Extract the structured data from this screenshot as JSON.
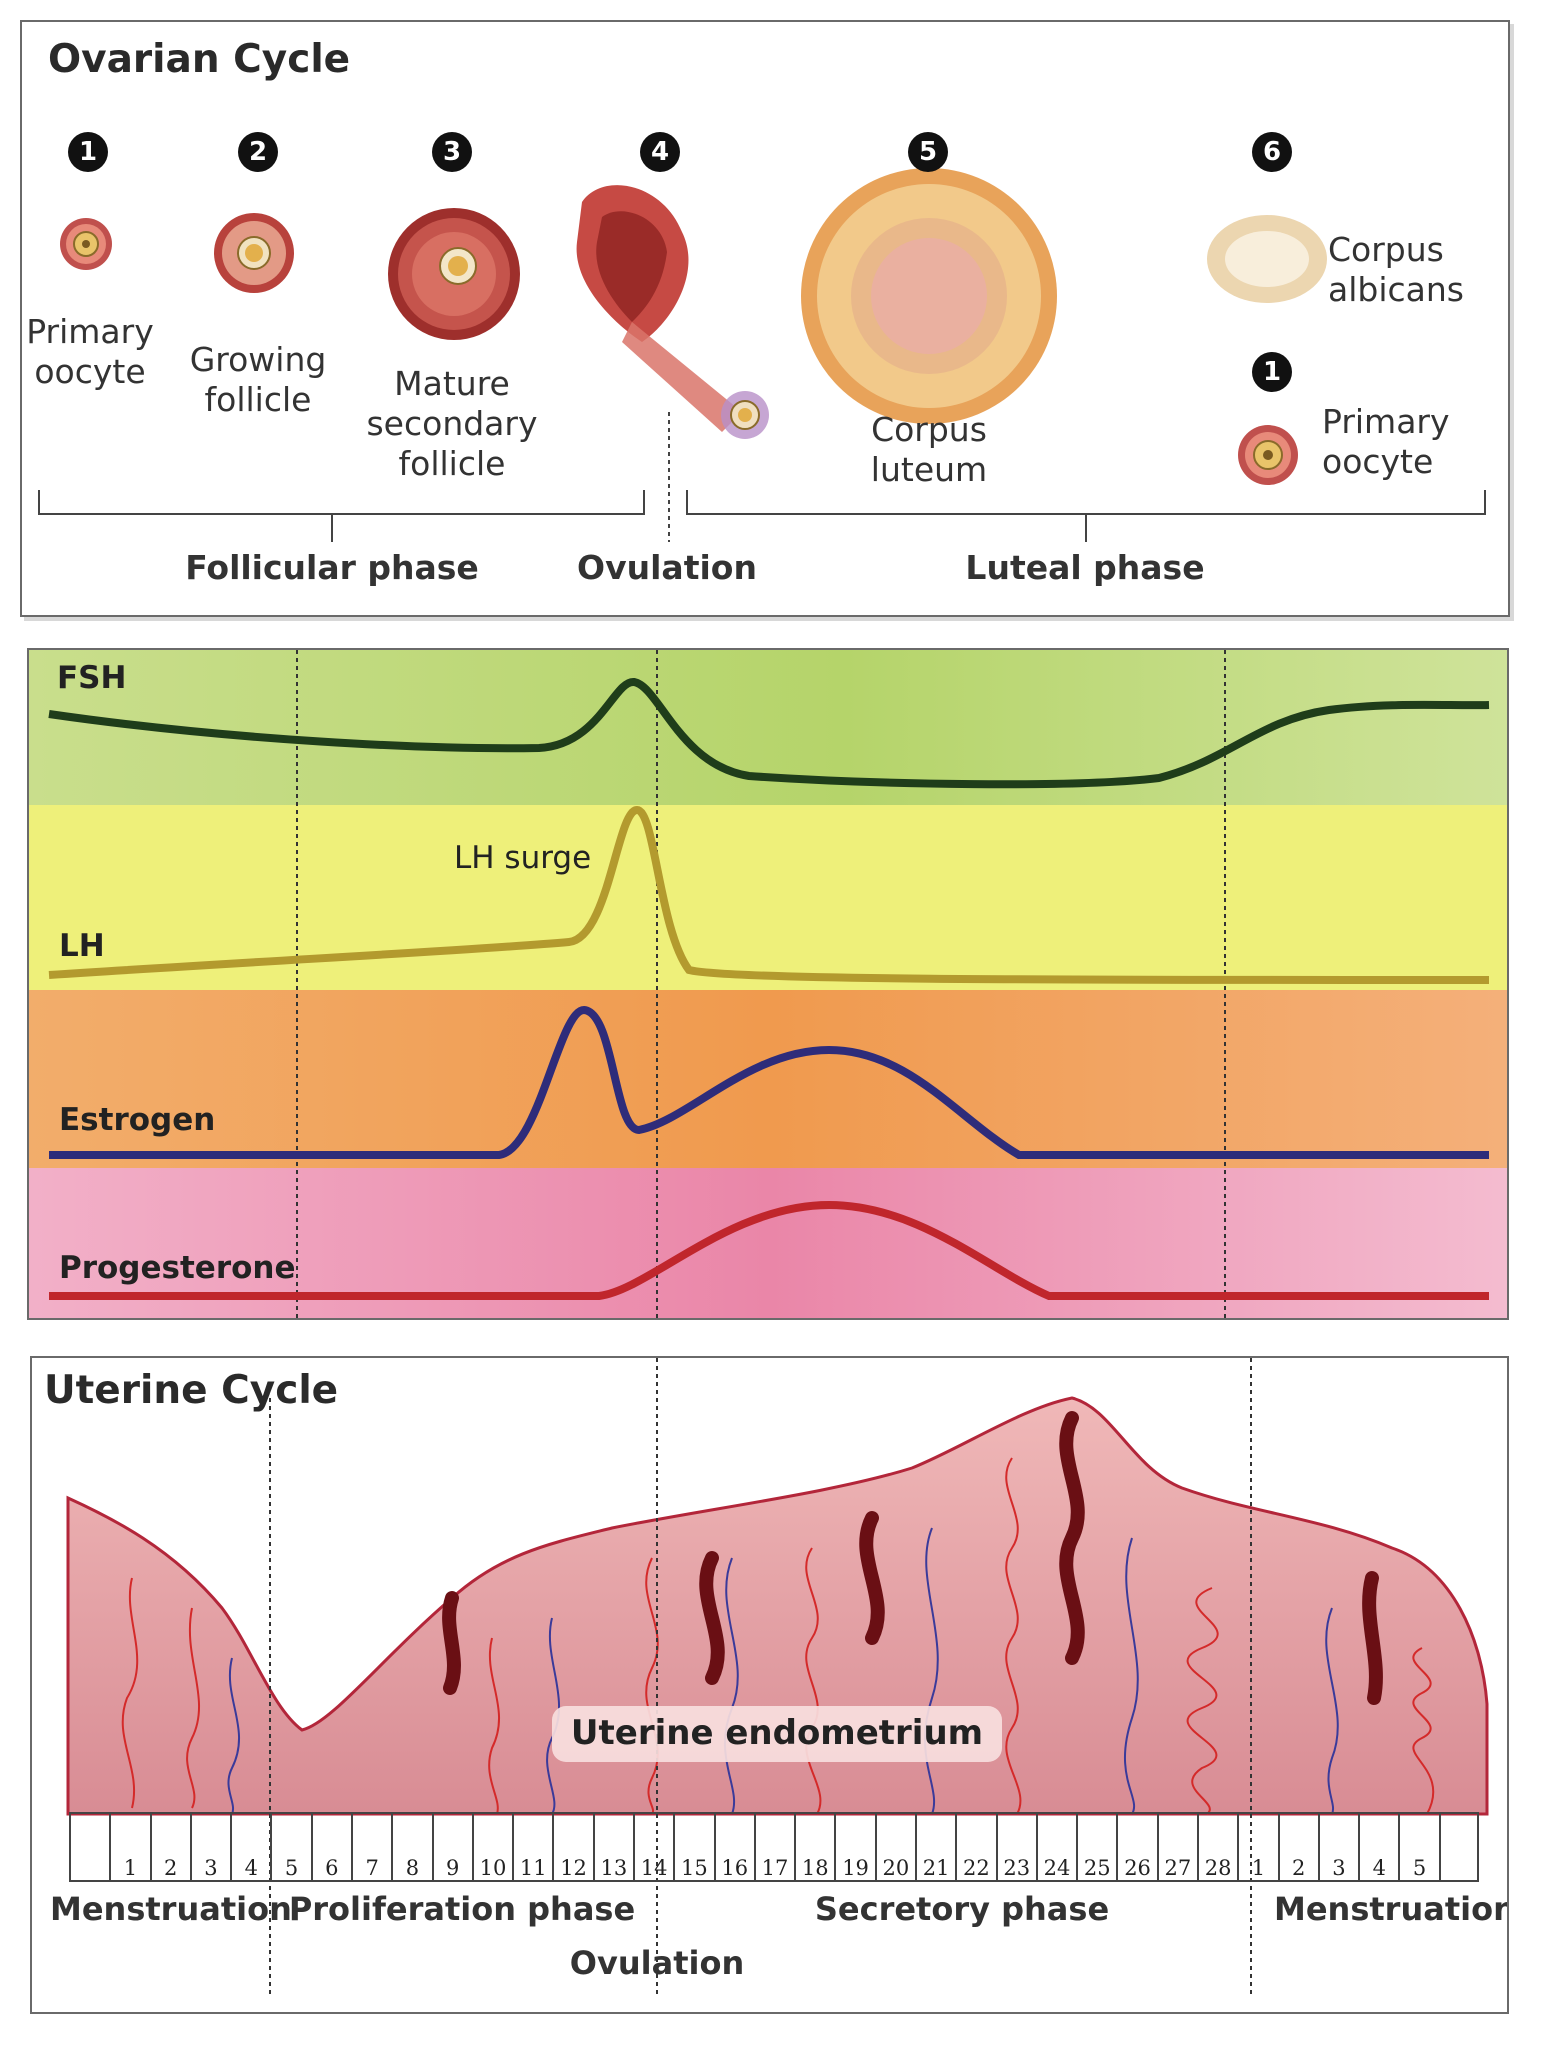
{
  "ovarian": {
    "title": "Ovarian Cycle",
    "stages": [
      {
        "number": "1",
        "label": "Primary oocyte"
      },
      {
        "number": "2",
        "label": "Growing follicle"
      },
      {
        "number": "3",
        "label": "Mature secondary follicle"
      },
      {
        "number": "4",
        "label": ""
      },
      {
        "number": "5",
        "label": "Corpus luteum"
      },
      {
        "number": "6",
        "label": "Corpus albicans"
      },
      {
        "number": "1",
        "label": "Primary oocyte"
      }
    ],
    "phases": {
      "follicular": "Follicular phase",
      "ovulation": "Ovulation",
      "luteal": "Luteal phase"
    }
  },
  "hormones": {
    "fsh": "FSH",
    "lh": "LH",
    "lh_surge": "LH surge",
    "estrogen": "Estrogen",
    "progesterone": "Progesterone",
    "colors": {
      "fsh": "#1f3d1a",
      "lh": "#b39a2e",
      "estrogen": "#2e2c7a",
      "progesterone": "#c0262c"
    }
  },
  "uterine": {
    "title": "Uterine Cycle",
    "endometrium_label": "Uterine endometrium",
    "days": [
      "",
      "1",
      "2",
      "3",
      "4",
      "5",
      "6",
      "7",
      "8",
      "9",
      "10",
      "11",
      "12",
      "13",
      "14",
      "15",
      "16",
      "17",
      "18",
      "19",
      "20",
      "21",
      "22",
      "23",
      "24",
      "25",
      "26",
      "27",
      "28",
      "1",
      "2",
      "3",
      "4",
      "5",
      ""
    ],
    "phases": {
      "menstruation_start": "Menstruation",
      "proliferation": "Proliferation phase",
      "secretory": "Secretory phase",
      "menstruation_end": "Menstruation",
      "ovulation": "Ovulation"
    }
  }
}
